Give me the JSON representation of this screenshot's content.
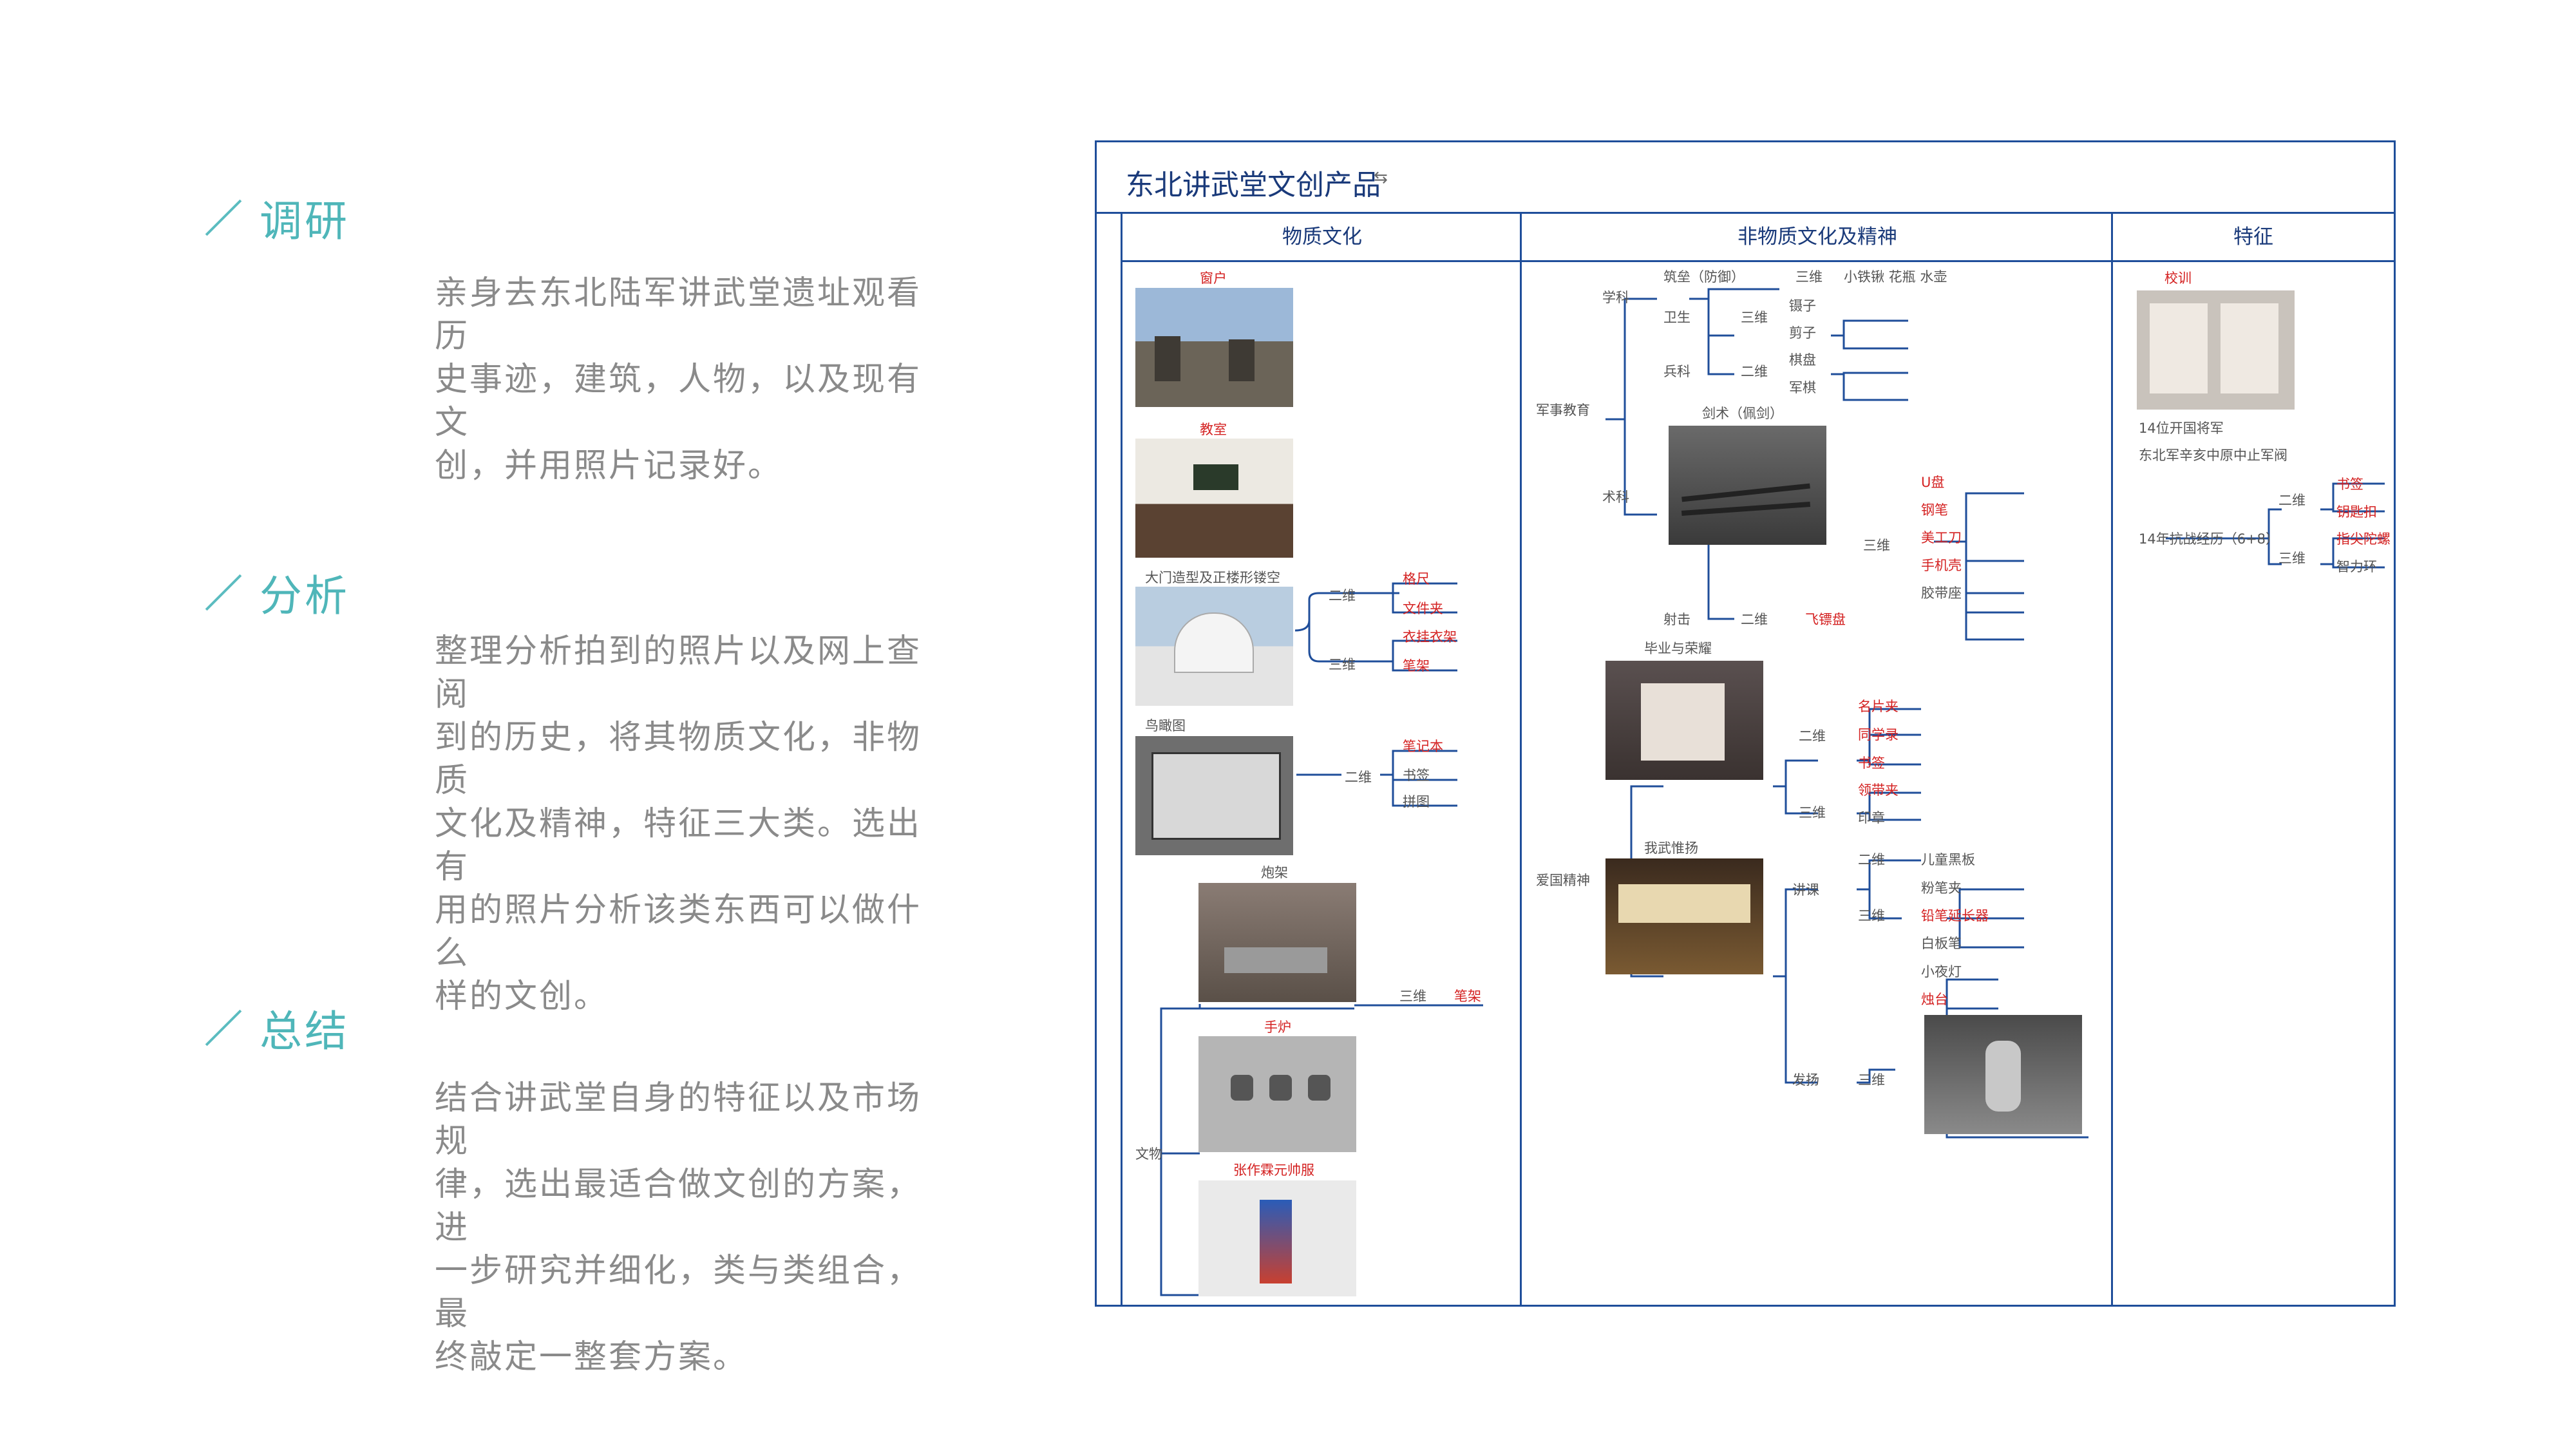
{
  "left": {
    "sections": [
      {
        "title": "调研",
        "lines": [
          "亲身去东北陆军讲武堂遗址观看历",
          "史事迹，建筑，人物，以及现有文",
          "创，并用照片记录好。"
        ]
      },
      {
        "title": "分析",
        "lines": [
          "整理分析拍到的照片以及网上查阅",
          "到的历史，将其物质文化，非物质",
          "文化及精神，特征三大类。选出有",
          "用的照片分析该类东西可以做什么",
          "样的文创。"
        ]
      },
      {
        "title": "总结",
        "lines": [
          "结合讲武堂自身的特征以及市场规",
          "律，选出最适合做文创的方案，进",
          "一步研究并细化，类与类组合，最",
          "终敲定一整套方案。"
        ]
      }
    ]
  },
  "mindmap": {
    "title": "东北讲武堂文创产品",
    "columns": [
      "物质文化",
      "非物质文化及精神",
      "特征"
    ],
    "material": {
      "window": "窗户",
      "classroom": "教室",
      "gate": "大门造型及正楼形镂空",
      "gate_2d": "二维",
      "gate_2d_items": [
        "格尺",
        "文件夹"
      ],
      "gate_3d": "三维",
      "gate_3d_items": [
        "衣挂衣架",
        "笔架"
      ],
      "aerial": "鸟瞰图",
      "aerial_2d": "二维",
      "aerial_items": [
        "笔记本",
        "书签",
        "拼图"
      ],
      "cannon": "炮架",
      "cannon_3d": "三维",
      "cannon_item": "笔架",
      "relics": "文物",
      "handwarmer": "手炉",
      "marshal": "张作霖元帅服"
    },
    "nonmaterial": {
      "military": "军事教育",
      "academics": "学科",
      "fortify": "筑垒（防御）",
      "fortify_3d": "三维",
      "fortify_items": "小铁锹 花瓶 水壶",
      "hygiene": "卫生",
      "hygiene_3d": "三维",
      "hygiene_items": [
        "镊子",
        "剪子"
      ],
      "infantry": "兵科",
      "infantry_2d": "二维",
      "infantry_items": [
        "棋盘",
        "军棋"
      ],
      "martial": "术科",
      "sword": "剑术（佩剑）",
      "sword_3d": "三维",
      "sword_items": [
        "U盘",
        "钢笔",
        "美工刀",
        "手机壳",
        "胶带座"
      ],
      "shooting": "射击",
      "shooting_2d": "二维",
      "shooting_item": "飞镖盘",
      "patriot": "爱国精神",
      "graduation": "毕业与荣耀",
      "grad_2d": "二维",
      "grad_2d_items": [
        "名片夹",
        "同学录",
        "书签"
      ],
      "grad_3d": "三维",
      "grad_3d_items": [
        "领带夹",
        "印章"
      ],
      "wuwei": "我武惟扬",
      "lecture": "讲课",
      "lecture_2d": "二维",
      "lecture_2d_item": "儿童黑板",
      "lecture_3d": "三维",
      "lecture_3d_items": [
        "粉笔夹",
        "铅笔延长器",
        "白板笔"
      ],
      "promote": "发扬",
      "promote_3d": "三维",
      "promote_items": [
        "小夜灯",
        "烛台"
      ]
    },
    "feature": {
      "motto": "校训",
      "line1": "14位开国将军",
      "line2": "东北军辛亥中原中止军阀",
      "war": "14年抗战经历（6+8）",
      "war_2d": "二维",
      "war_2d_items": [
        "书签",
        "钥匙扣"
      ],
      "war_3d": "三维",
      "war_3d_items": [
        "指尖陀螺",
        "智力环"
      ]
    }
  }
}
